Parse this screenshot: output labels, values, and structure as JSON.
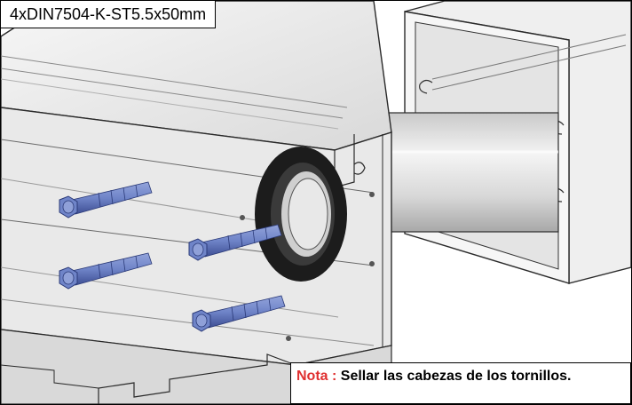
{
  "figure": {
    "part_label": "4xDIN7504-K-ST5.5x50mm",
    "note": {
      "prefix": "Nota :",
      "text": "Sellar las cabezas de los tornillos."
    }
  },
  "colors": {
    "profile_light": "#f2f2f2",
    "profile_mid": "#d4d4d4",
    "profile_shadow": "#a9a9a9",
    "edge": "#2a2a2a",
    "screw_blue": "#6f84c8",
    "screw_dark": "#3e4f94",
    "seal_black": "#1c1c1c",
    "note_red": "#e03030"
  },
  "icons": [
    "screw-icon",
    "seal-ring-icon",
    "profile-icon"
  ]
}
